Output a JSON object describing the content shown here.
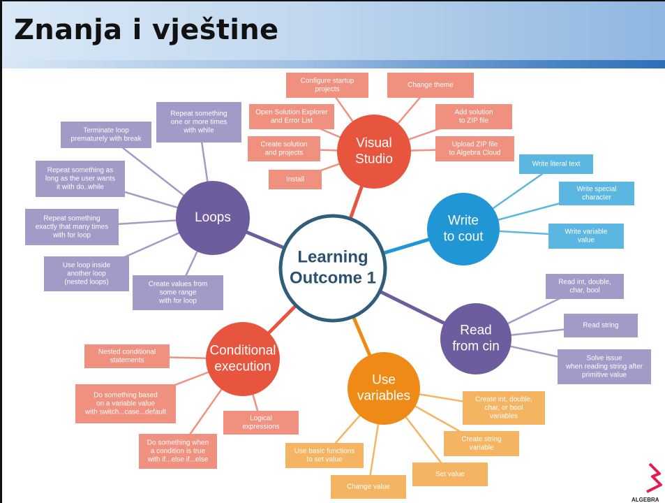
{
  "slide_title": "Znanja i vještine",
  "center": {
    "label_line1": "Learning",
    "label_line2": "Outcome 1"
  },
  "colors": {
    "visual_studio": "#e8553e",
    "visual_studio_leaf": "#f0907e",
    "write_to_cout": "#2196d4",
    "write_to_cout_leaf": "#5bb7e2",
    "read_from_cin": "#6d5c9e",
    "read_from_cin_leaf": "#a29ac7",
    "use_variables": "#f08a16",
    "use_variables_leaf": "#f5b461",
    "conditional": "#e8553e",
    "conditional_leaf": "#f0907e",
    "loops": "#6d5c9e",
    "loops_leaf": "#a29ac7",
    "center_stroke": "#2f5d7a"
  },
  "hubs": [
    {
      "id": "vs",
      "lines": [
        "Visual",
        "Studio"
      ],
      "leaves": [
        [
          "Configure startup",
          "projects"
        ],
        [
          "Change theme"
        ],
        [
          "Open Solution Explorer",
          "and Error List"
        ],
        [
          "Add solution",
          "to ZIP file"
        ],
        [
          "Create solution",
          "and projects"
        ],
        [
          "Upload ZIP file",
          "to Algebra Cloud"
        ],
        [
          "Install"
        ]
      ]
    },
    {
      "id": "cout",
      "lines": [
        "Write",
        "to cout"
      ],
      "leaves": [
        [
          "Write literal text"
        ],
        [
          "Write special",
          "character"
        ],
        [
          "Write variable",
          "value"
        ]
      ]
    },
    {
      "id": "cin",
      "lines": [
        "Read",
        "from cin"
      ],
      "leaves": [
        [
          "Read int, double,",
          "char, bool"
        ],
        [
          "Read string"
        ],
        [
          "Solve issue",
          "when reading string after",
          "primitive value"
        ]
      ]
    },
    {
      "id": "vars",
      "lines": [
        "Use",
        "variables"
      ],
      "leaves": [
        [
          "Create int, double,",
          "char, or bool",
          "variables"
        ],
        [
          "Create string",
          "variable"
        ],
        [
          "Set value"
        ],
        [
          "Change value"
        ],
        [
          "Use basic functions",
          "to set value"
        ]
      ]
    },
    {
      "id": "cond",
      "lines": [
        "Conditional",
        "execution"
      ],
      "leaves": [
        [
          "Nested conditional",
          "statements"
        ],
        [
          "Do something based",
          "on a variable value",
          "with switch...case...default"
        ],
        [
          "Logical",
          "expressions"
        ],
        [
          "Do something when",
          "a condition is true",
          "with if...else if...else"
        ]
      ]
    },
    {
      "id": "loops",
      "lines": [
        "Loops"
      ],
      "leaves": [
        [
          "Repeat something",
          "one or more times",
          "with while"
        ],
        [
          "Terminate loop",
          "prematurely with break"
        ],
        [
          "Repeat something as",
          "long as the user wants",
          "it with do..while"
        ],
        [
          "Repeat something",
          "exactly that many times",
          "with for loop"
        ],
        [
          "Use loop inside",
          "another loop",
          "(nested loops)"
        ],
        [
          "Create values from",
          "some range",
          "with for loop"
        ]
      ]
    }
  ]
}
